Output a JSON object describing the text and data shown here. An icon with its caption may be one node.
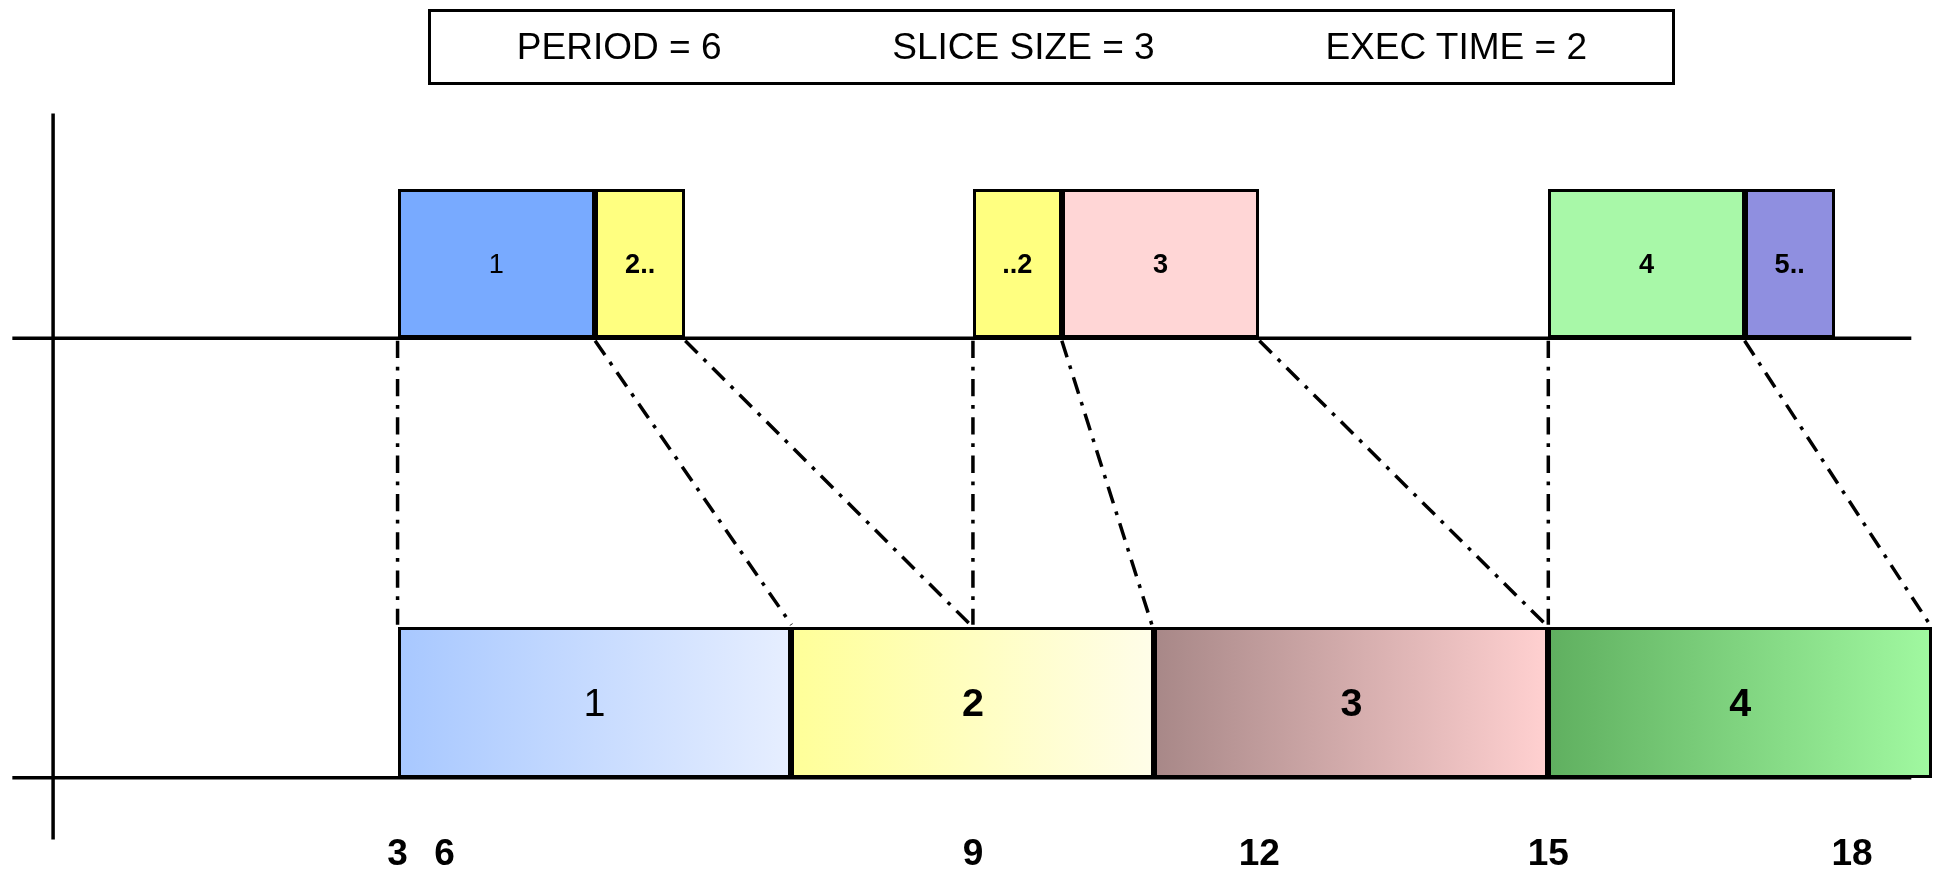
{
  "diagram": {
    "nodes": [
      {
        "text": [
          "PERIOD = 6",
          "SLICE SIZE = 3",
          "EXEC TIME = 2"
        ]
      },
      {
        "text": [
          "1"
        ]
      },
      {
        "text": [
          "2.."
        ]
      },
      {
        "text": [
          "..2"
        ]
      },
      {
        "text": [
          "3"
        ]
      },
      {
        "text": [
          "4"
        ]
      },
      {
        "text": [
          "5.."
        ]
      },
      {
        "text": [
          "1"
        ]
      },
      {
        "text": [
          "2"
        ]
      },
      {
        "text": [
          "3"
        ]
      },
      {
        "text": [
          "4"
        ]
      }
    ],
    "edges": [
      {
        "from": 1,
        "to": 7,
        "arrow": "none",
        "style": "dashed"
      },
      {
        "from": 1,
        "to": 7,
        "arrow": "none",
        "style": "dashed"
      },
      {
        "from": 2,
        "to": 8,
        "arrow": "none",
        "style": "dashed"
      },
      {
        "from": 3,
        "to": 8,
        "arrow": "none",
        "style": "dashed"
      },
      {
        "from": 3,
        "to": 8,
        "arrow": "none",
        "style": "dashed"
      },
      {
        "from": 4,
        "to": 9,
        "arrow": "none",
        "style": "dashed"
      },
      {
        "from": 5,
        "to": 10,
        "arrow": "none",
        "style": "dashed"
      },
      {
        "from": 5,
        "to": 10,
        "arrow": "none",
        "style": "dashed"
      }
    ],
    "labels": [
      "3",
      "6",
      "9",
      "12",
      "15",
      "18"
    ]
  }
}
